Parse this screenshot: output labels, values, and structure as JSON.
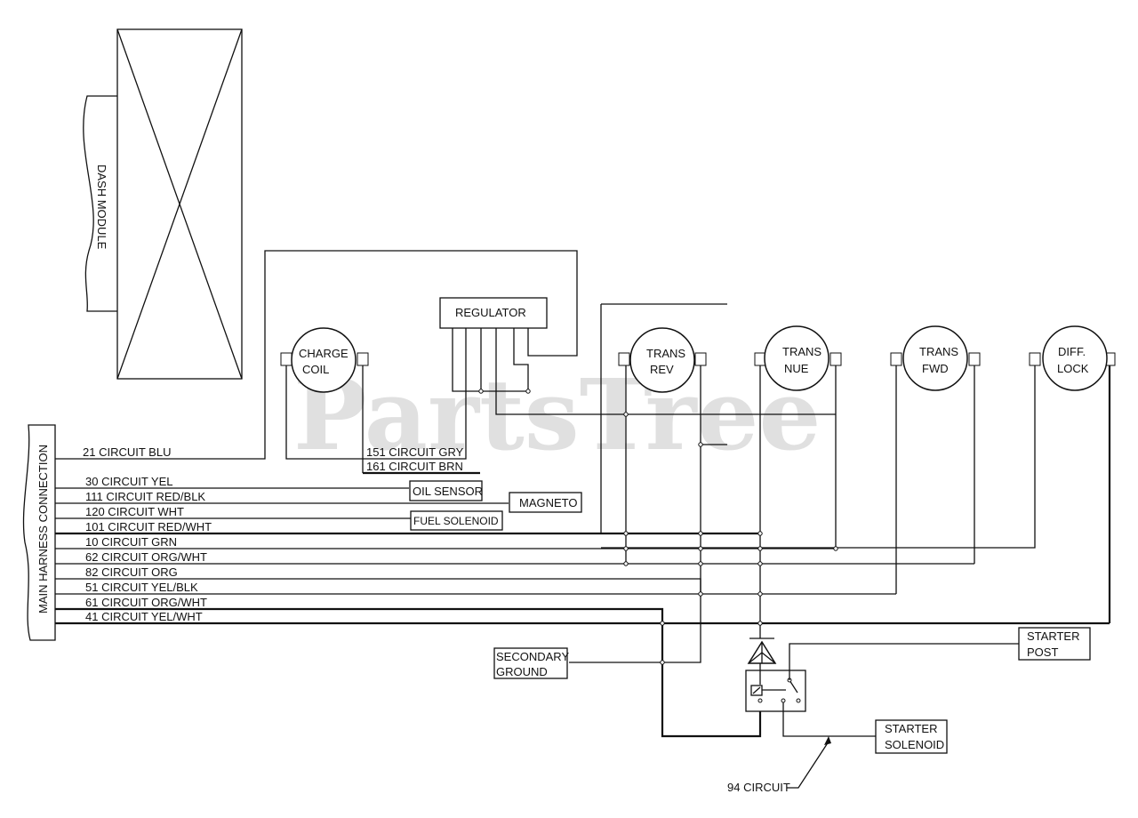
{
  "watermark": "PartsTree",
  "dash_module": {
    "label": "DASH MODULE"
  },
  "harness": {
    "label": "MAIN HARNESS CONNECTION"
  },
  "regulator": {
    "label": "REGULATOR"
  },
  "components": {
    "charge_coil": [
      "CHARGE",
      "COIL"
    ],
    "trans_rev": [
      "TRANS",
      "REV"
    ],
    "trans_nue": [
      "TRANS",
      "NUE"
    ],
    "trans_fwd": [
      "TRANS",
      "FWD"
    ],
    "diff_lock": [
      "DIFF.",
      "LOCK"
    ]
  },
  "circuits": [
    "21 CIRCUIT BLU",
    "151 CIRCUIT GRY",
    "161 CIRCUIT BRN",
    "30 CIRCUIT YEL",
    "111 CIRCUIT RED/BLK",
    "120 CIRCUIT WHT",
    "101 CIRCUIT RED/WHT",
    "10 CIRCUIT GRN",
    "62 CIRCUIT ORG/WHT",
    "82 CIRCUIT ORG",
    "51 CIRCUIT YEL/BLK",
    "61 CIRCUIT ORG/WHT",
    "41 CIRCUIT YEL/WHT"
  ],
  "boxes": {
    "oil_sensor": "OIL SENSOR",
    "magneto": "MAGNETO",
    "fuel_solenoid": "FUEL SOLENOID",
    "secondary_ground": [
      "SECONDARY",
      "GROUND"
    ],
    "starter_post": [
      "STARTER",
      "POST"
    ],
    "starter_solenoid": [
      "STARTER",
      "SOLENOID"
    ]
  },
  "circuit_94": "94 CIRCUIT"
}
